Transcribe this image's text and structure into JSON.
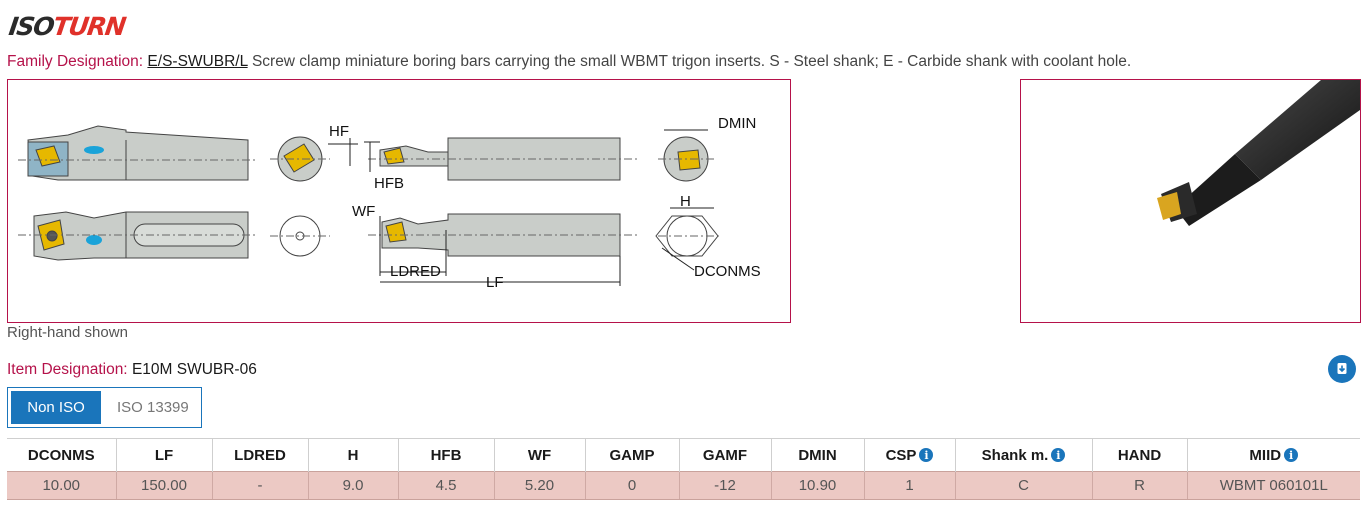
{
  "brand": {
    "logo_iso": "ISO",
    "logo_turn": "TURN",
    "iso_color": "#2b2b2b",
    "turn_color": "#e0312a"
  },
  "family": {
    "label": "Family Designation:",
    "code": "E/S-SWUBR/L",
    "description": "Screw clamp miniature boring bars carrying the small WBMT trigon inserts. S - Steel shank; E - Carbide shank with coolant hole."
  },
  "drawing": {
    "dim_labels": {
      "hf": "HF",
      "hfb": "HFB",
      "wf": "WF",
      "ldred": "LDRED",
      "lf": "LF",
      "dmin": "DMIN",
      "h": "H",
      "dconms": "DCONMS"
    }
  },
  "caption": "Right-hand shown",
  "item": {
    "label": "Item Designation:",
    "value": "E10M SWUBR-06"
  },
  "download_icon": "download-circle-icon",
  "tabs": [
    {
      "label": "Non ISO",
      "active": true
    },
    {
      "label": "ISO 13399",
      "active": false
    }
  ],
  "table": {
    "headers": [
      "DCONMS",
      "LF",
      "LDRED",
      "H",
      "HFB",
      "WF",
      "GAMP",
      "GAMF",
      "DMIN",
      "CSP",
      "Shank m.",
      "HAND",
      "MIID"
    ],
    "info_columns": [
      "CSP",
      "Shank m.",
      "MIID"
    ],
    "row": [
      "10.00",
      "150.00",
      "-",
      "9.0",
      "4.5",
      "5.20",
      "0",
      "-12",
      "10.90",
      "1",
      "C",
      "R",
      "WBMT 060101L"
    ]
  },
  "colors": {
    "accent": "#b5124a",
    "primary": "#1a75bb",
    "row_bg": "#ecc9c4"
  }
}
